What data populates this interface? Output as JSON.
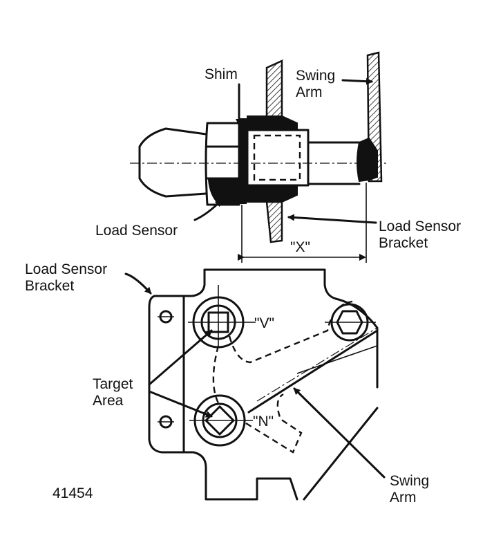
{
  "labels": {
    "shim": "Shim",
    "swing_arm_top_1": "Swing",
    "swing_arm_top_2": "Arm",
    "load_sensor_top": "Load Sensor",
    "lsb_right_1": "Load Sensor",
    "lsb_right_2": "Bracket",
    "dimension_x": "\"X\"",
    "lsb_left_1": "Load Sensor",
    "lsb_left_2": "Bracket",
    "v_mark": "\"V\"",
    "n_mark": "\"N\"",
    "target_1": "Target",
    "target_2": "Area",
    "swing_arm_bottom_1": "Swing",
    "swing_arm_bottom_2": "Arm",
    "figure_number": "41454"
  }
}
